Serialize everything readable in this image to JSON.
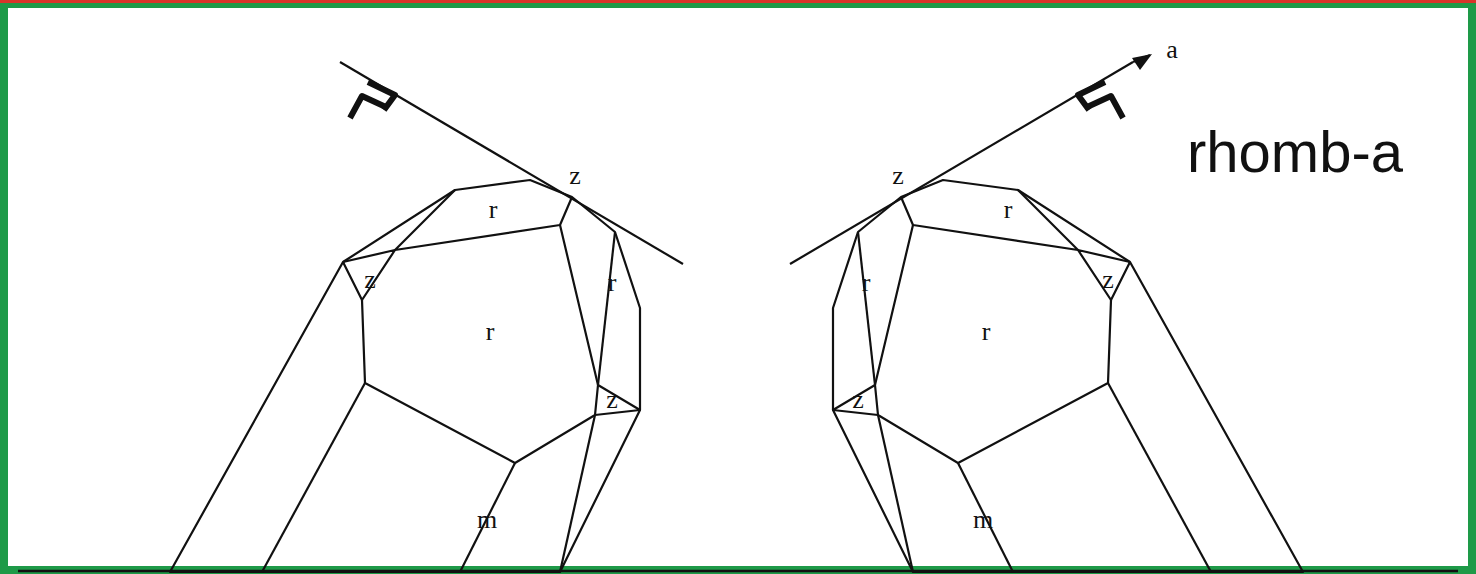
{
  "diagram": {
    "labels": [
      "z",
      "r",
      "z",
      "r",
      "r",
      "z",
      "m",
      "a",
      "z",
      "r",
      "z",
      "r",
      "r",
      "z",
      "m",
      "rhomb-a"
    ]
  }
}
